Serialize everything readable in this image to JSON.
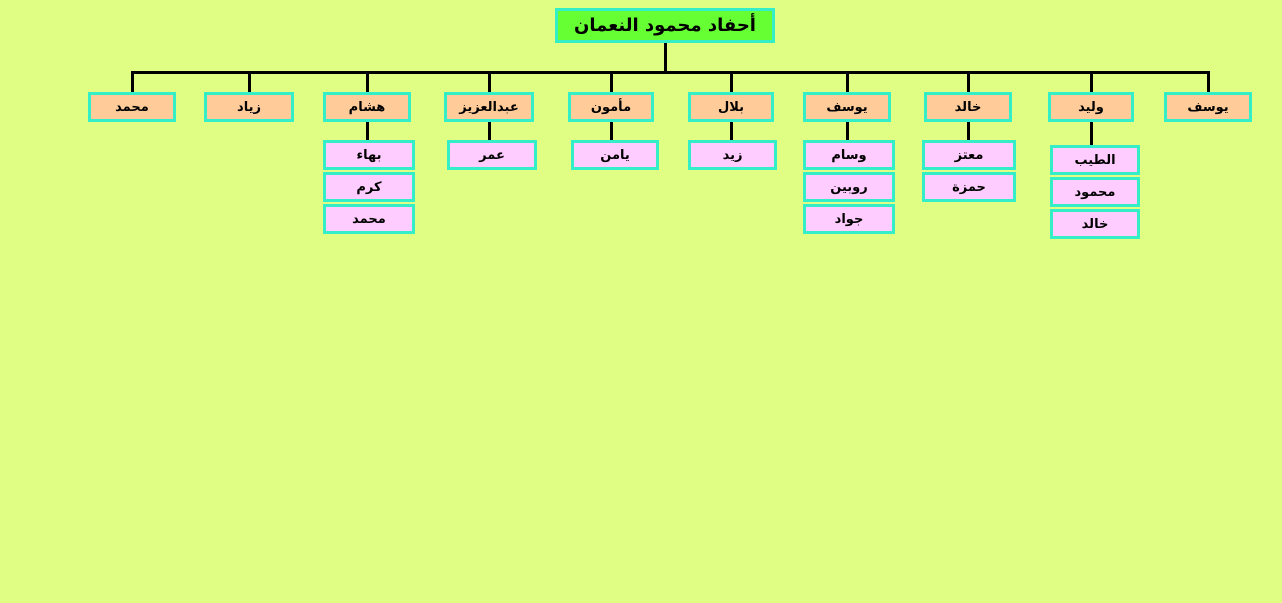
{
  "root": "أحفاد محمود النعمان",
  "children": [
    {
      "name": "يوسف",
      "grandchildren": []
    },
    {
      "name": "وليد",
      "grandchildren": [
        "الطيب",
        "محمود",
        "خالد"
      ]
    },
    {
      "name": "خالد",
      "grandchildren": [
        "معتز",
        "حمزة"
      ]
    },
    {
      "name": "يوسف",
      "grandchildren": [
        "وسام",
        "روبين",
        "جواد"
      ]
    },
    {
      "name": "بلال",
      "grandchildren": [
        "زيد"
      ]
    },
    {
      "name": "مأمون",
      "grandchildren": [
        "يامن"
      ]
    },
    {
      "name": "عبدالعزيز",
      "grandchildren": [
        "عمر"
      ]
    },
    {
      "name": "هشام",
      "grandchildren": [
        "بهاء",
        "كرم",
        "محمد"
      ]
    },
    {
      "name": "زياد",
      "grandchildren": []
    },
    {
      "name": "محمد",
      "grandchildren": []
    }
  ]
}
